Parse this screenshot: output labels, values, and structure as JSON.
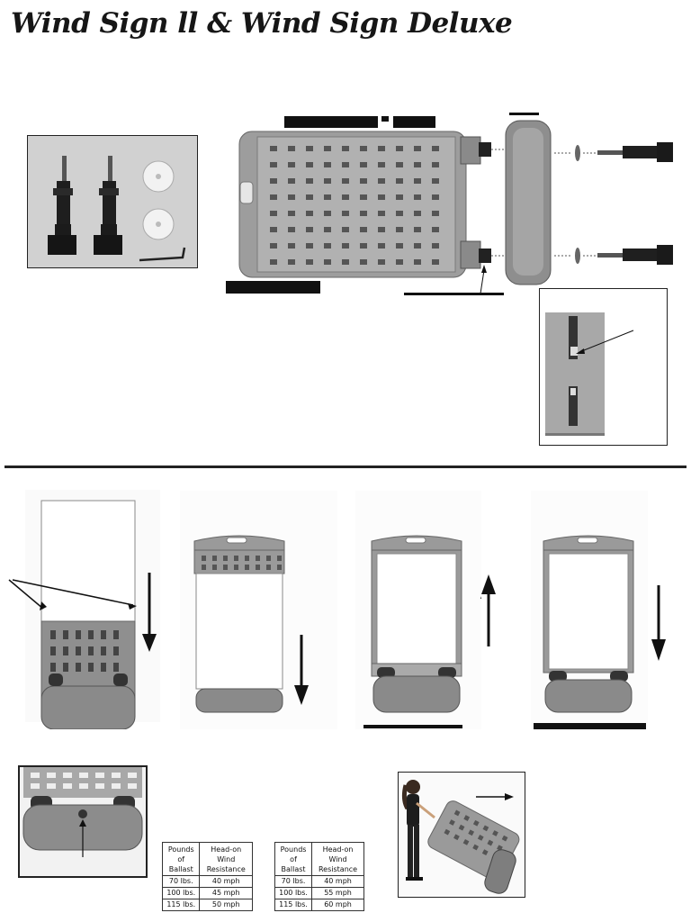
{
  "page": {
    "title": "Wind Sign ll & Wind Sign Deluxe"
  },
  "tables": [
    {
      "headers": [
        "Pounds of Ballast",
        "Head-on Wind Resistance"
      ],
      "rows": [
        [
          "70 lbs.",
          "40 mph"
        ],
        [
          "100 lbs.",
          "45 mph"
        ],
        [
          "115 lbs.",
          "50 mph"
        ]
      ]
    },
    {
      "headers": [
        "Pounds of Ballast",
        "Head-on Wind Resistance"
      ],
      "rows": [
        [
          "70 lbs.",
          "40 mph"
        ],
        [
          "100 lbs.",
          "55 mph"
        ],
        [
          "115 lbs.",
          "60 mph"
        ]
      ]
    }
  ]
}
